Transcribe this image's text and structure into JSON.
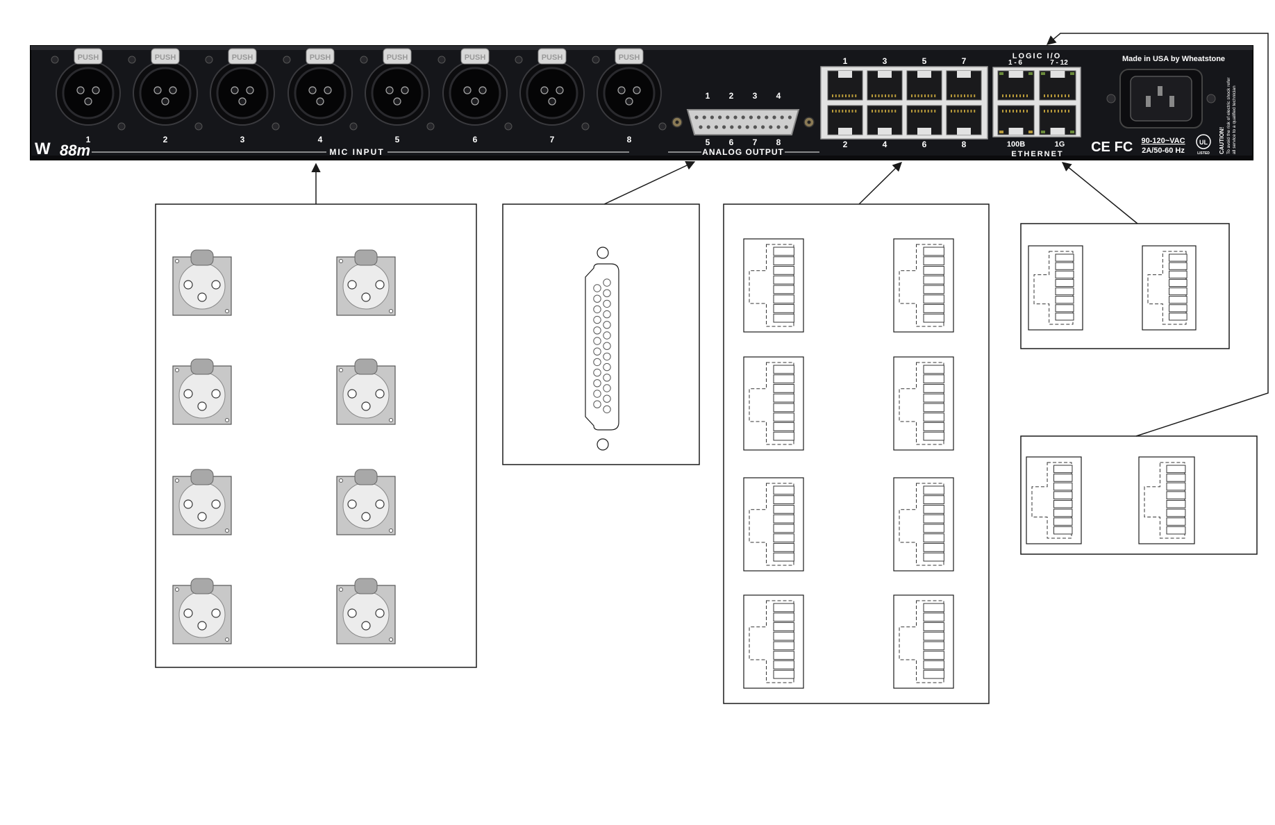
{
  "panel": {
    "logo": "W",
    "model": "88m",
    "made_in": "Made in USA by Wheatstone",
    "push_label": "PUSH",
    "mic_numbers": [
      "1",
      "2",
      "3",
      "4",
      "5",
      "6",
      "7",
      "8"
    ],
    "mic_input_label": "MIC INPUT",
    "analog_top_numbers": [
      "1",
      "2",
      "3",
      "4"
    ],
    "analog_bottom_numbers": [
      "5",
      "6",
      "7",
      "8"
    ],
    "analog_output_label": "ANALOG OUTPUT",
    "rj_top_numbers": [
      "1",
      "3",
      "5",
      "7"
    ],
    "rj_bottom_numbers": [
      "2",
      "4",
      "6",
      "8"
    ],
    "logic_io_label": "LOGIC I/O",
    "logic_1_6": "1 - 6",
    "logic_7_12": "7 - 12",
    "eth_100b": "100B",
    "eth_1g": "1G",
    "ethernet_label": "ETHERNET",
    "ce_mark": "CE",
    "fcc_mark": "FC",
    "voltage": "90-120~VAC",
    "current_freq": "2A/50-60 Hz",
    "ul_mark": "UL",
    "ul_listed": "LISTED",
    "caution_title": "CAUTION!",
    "caution_line1": "To avoid the risk of electric shock refer",
    "caution_line2": "all service to a qualified technician"
  },
  "callouts": {
    "xlr_connector_count": 8,
    "rj45_connector_count": 8,
    "logic_connector_count": 2,
    "ethernet_connector_count": 2
  },
  "colors": {
    "panel": "#15161a",
    "connector_fill": "#c8c8c8",
    "push_tab": "#d8d8d8",
    "line": "#1a1a1a"
  }
}
